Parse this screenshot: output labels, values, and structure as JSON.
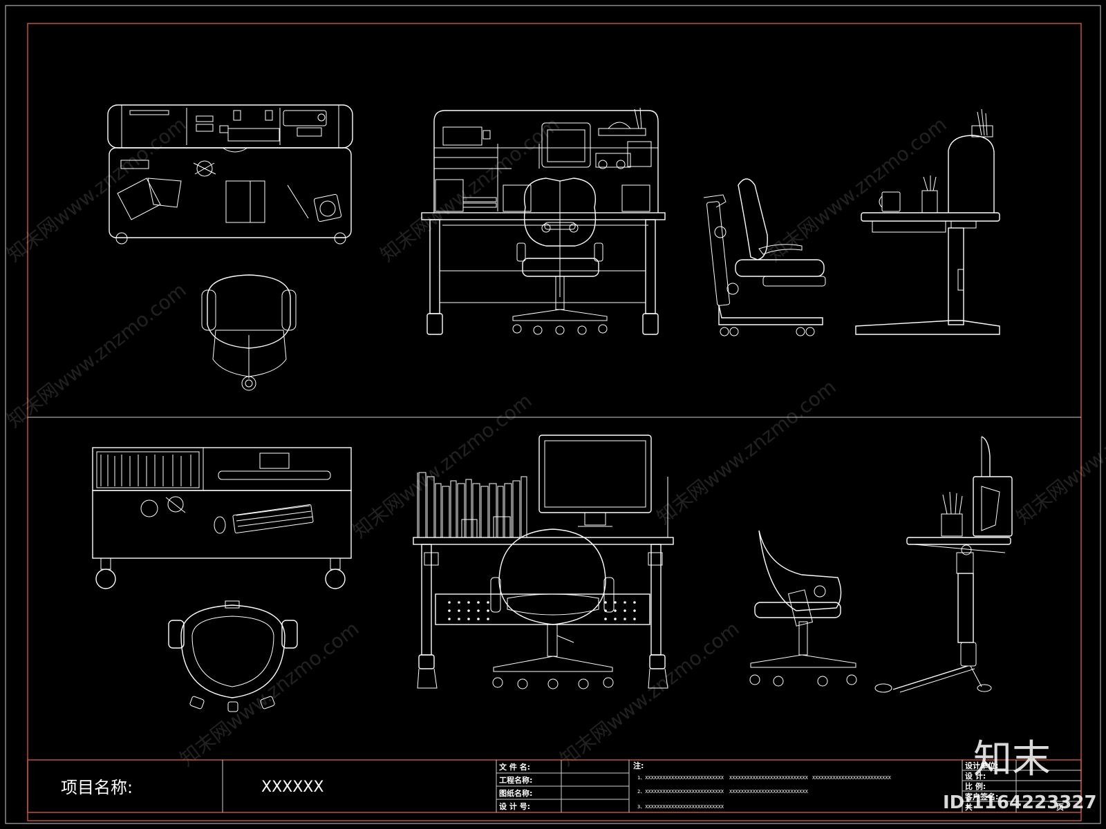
{
  "titleblock": {
    "project_label": "项目名称:",
    "project_value": "XXXXXX",
    "fields": [
      "文 件 名:",
      "工程名称:",
      "图纸名称:",
      "设 计 号:"
    ],
    "notes_label": "注:",
    "notes": [
      "1、XXXXXXXXXXXXXXXXXXXXXXXXXXX",
      "XXXXXXXXXXXXXXXXXXXXXXXXXXX",
      "XXXXXXXXXXXXXXXXXXXXXXXXXXX",
      "2、XXXXXXXXXXXXXXXXXXXXXXXXXXX",
      "XXXXXXXXXXXXXXXXXXXXXXXXXXX",
      "3、XXXXXXXXXXXXXXXXXXXXXXXXXXX"
    ],
    "right_fields": [
      "设计单位:",
      "设 计:",
      "比 例:",
      "客户签名:",
      "共"
    ],
    "right_suffix": "页"
  },
  "watermark": {
    "brand_cn": "知末",
    "site": "知末网www.znzmo.com",
    "id_text": "ID:1164223327"
  },
  "colors": {
    "background": "#000000",
    "line": "#ffffff",
    "frame": "#e0603a"
  }
}
